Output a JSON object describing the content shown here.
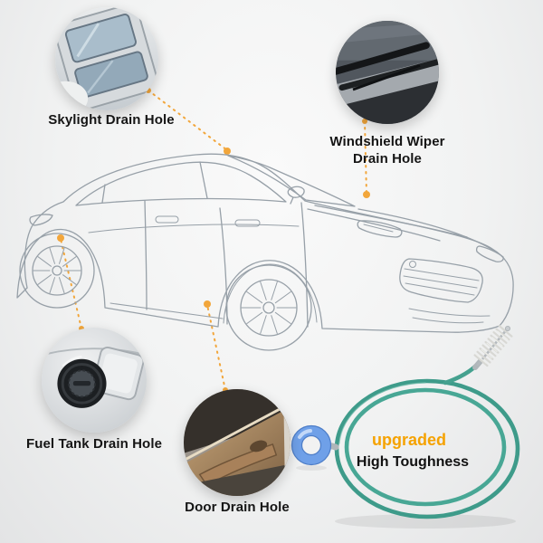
{
  "scene": {
    "description": "Car drain hole cleaning brush tool infographic",
    "background_top": "#f8f8f8",
    "background_bottom": "#e3e4e5"
  },
  "callouts": [
    {
      "id": "skylight",
      "label": "Skylight Drain Hole",
      "photo_icon": "sunroof-interior-photo"
    },
    {
      "id": "wiper",
      "label": "Windshield Wiper Drain Hole",
      "photo_icon": "windshield-wiper-photo"
    },
    {
      "id": "fuel",
      "label": "Fuel Tank Drain Hole",
      "photo_icon": "fuel-tank-cap-photo"
    },
    {
      "id": "door",
      "label": "Door Drain Hole",
      "photo_icon": "door-panel-photo"
    }
  ],
  "product": {
    "badge": "upgraded",
    "feature": "High Toughness",
    "icon": "drain-cleaning-brush-tool"
  },
  "colors": {
    "connector_orange": "#F2A63B",
    "badge_orange": "#F5A201",
    "feature_black": "#111111",
    "cable_teal": "#3E9B8A",
    "ring_blue": "#6FA0E8",
    "car_outline_gray": "#97A0A8"
  }
}
